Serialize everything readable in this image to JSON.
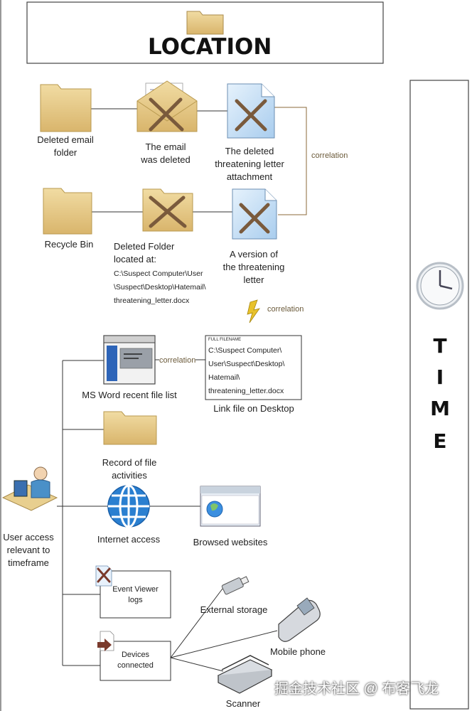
{
  "header": {
    "title": "LOCATION"
  },
  "time_label": [
    "T",
    "I",
    "M",
    "E"
  ],
  "nodes": {
    "deleted_email_folder": "Deleted email\nfolder",
    "email_deleted": "The email\nwas deleted",
    "deleted_attachment": "The deleted\nthreatening letter\nattachment",
    "recycle_bin": "Recycle Bin",
    "deleted_folder": "Deleted Folder\nlocated at:",
    "deleted_folder_path": "C:\\Suspect Computer\\User\n\\Suspect\\Desktop\\Hatemail\\\nthreatening_letter.docx",
    "letter_version": "A version of\nthe threatening\nletter",
    "ms_word": "MS Word recent file list",
    "link_file": "Link file on Desktop",
    "link_file_header": "FULL FILENAME",
    "link_file_path": "C:\\Suspect Computer\\\nUser\\Suspect\\Desktop\\\nHatemail\\\nthreatening_letter.docx",
    "record_file": "Record of file\nactivities",
    "internet": "Internet access",
    "browsed": "Browsed websites",
    "event_viewer": "Event Viewer\nlogs",
    "devices": "Devices\nconnected",
    "external_storage": "External storage",
    "mobile_phone": "Mobile phone",
    "scanner": "Scanner",
    "user_access": "User access\nrelevant to\ntimeframe"
  },
  "correlation_labels": [
    "correlation",
    "correlation",
    "correlation"
  ],
  "watermark": "掘金技术社区 @ 布客飞龙",
  "colors": {
    "folder": "#e9cf8b",
    "folder_dark": "#c9a860",
    "x_mark": "#7a5a3c",
    "doc": "#cfe4f7",
    "globe": "#2a7fd0",
    "corr": "#8b6a3a"
  }
}
